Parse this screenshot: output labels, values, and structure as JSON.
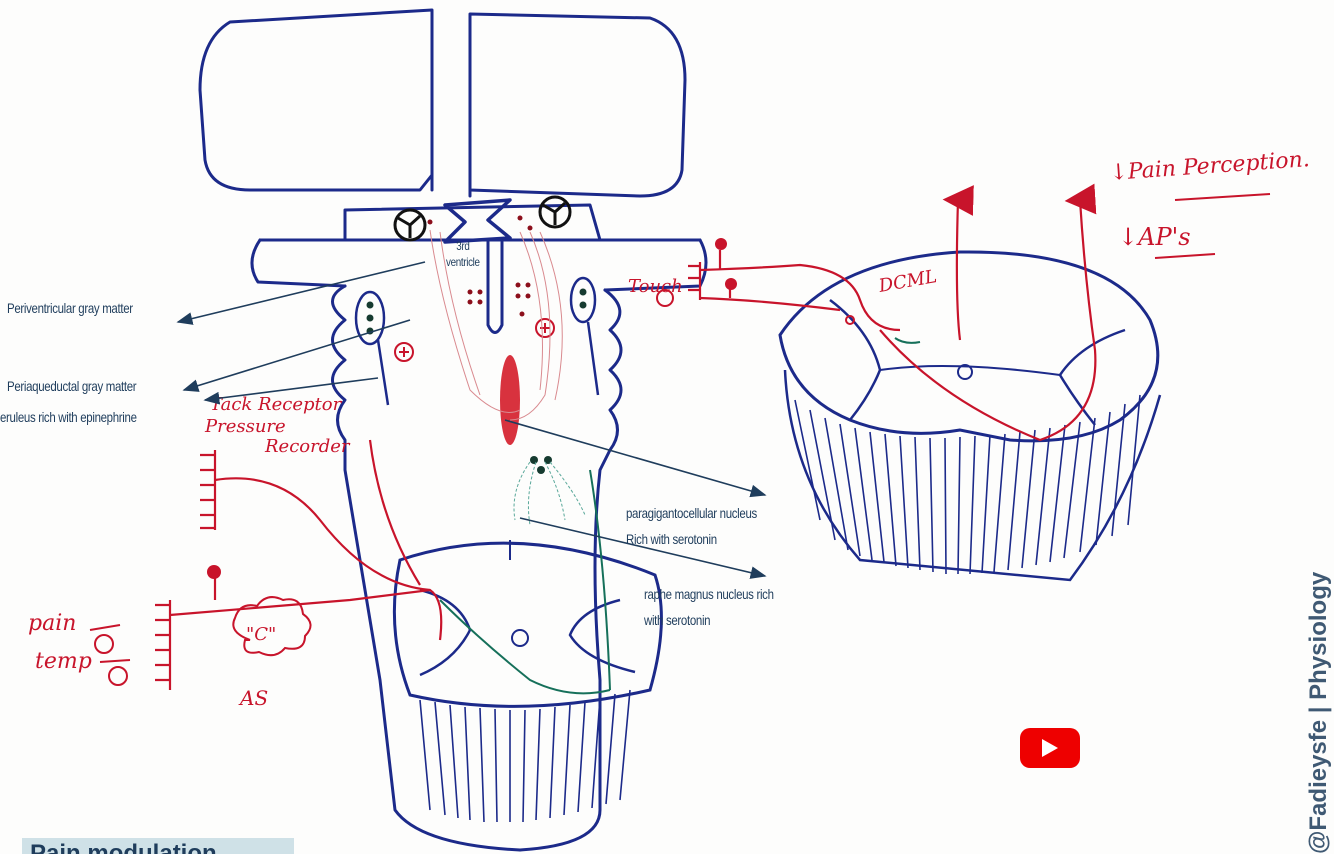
{
  "labels": {
    "third_ventricle": "3rd\nventricle",
    "periventricular": "Periventricular gray matter",
    "periaqueductal": "Periaqueductal gray matter",
    "coeruleus": "eruleus  rich with epinephrine",
    "paragigantocellular_1": "paragigantocellular nucleus",
    "paragigantocellular_2": "Rich with serotonin",
    "raphe_1": "raphe magnus nucleus rich",
    "raphe_2": "with serotonin"
  },
  "handwriting": {
    "pain_perception": "↓Pain Perception.",
    "aps": "↓AP's",
    "touch": "Touch",
    "dcml": "DCML",
    "tack_receptor": "Tack Receptor",
    "pressure": "Pressure",
    "recorder": "Recorder",
    "pain": "pain",
    "temp": "temp",
    "c_fiber": "\"C\"",
    "as": "AS"
  },
  "caption": "Pain modulation",
  "watermark": "@Fadieysfe | Physiology",
  "colors": {
    "blue_ink": "#1c2a8a",
    "red_ink": "#c8142b",
    "green_ink": "#16705a",
    "label_text": "#1f3d5c",
    "arrow": "#1f3d5c"
  },
  "icons": [
    "youtube-play-icon"
  ]
}
